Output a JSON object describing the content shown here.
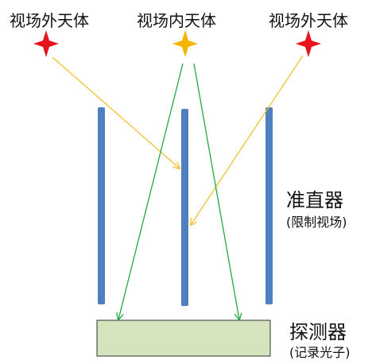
{
  "sources": [
    {
      "label": "视场外天体",
      "color": "#e8141c"
    },
    {
      "label": "视场内天体",
      "color": "#f5b400"
    },
    {
      "label": "视场外天体",
      "color": "#e8141c"
    }
  ],
  "collimator": {
    "title": "准直器",
    "subtitle": "(限制视场)",
    "color": "#4f7fbf"
  },
  "detector": {
    "title": "探测器",
    "subtitle": "(记录光子)",
    "fill": "#d6e4bd"
  },
  "ray_colors": {
    "outside": "#f2c230",
    "inside": "#22a844"
  }
}
